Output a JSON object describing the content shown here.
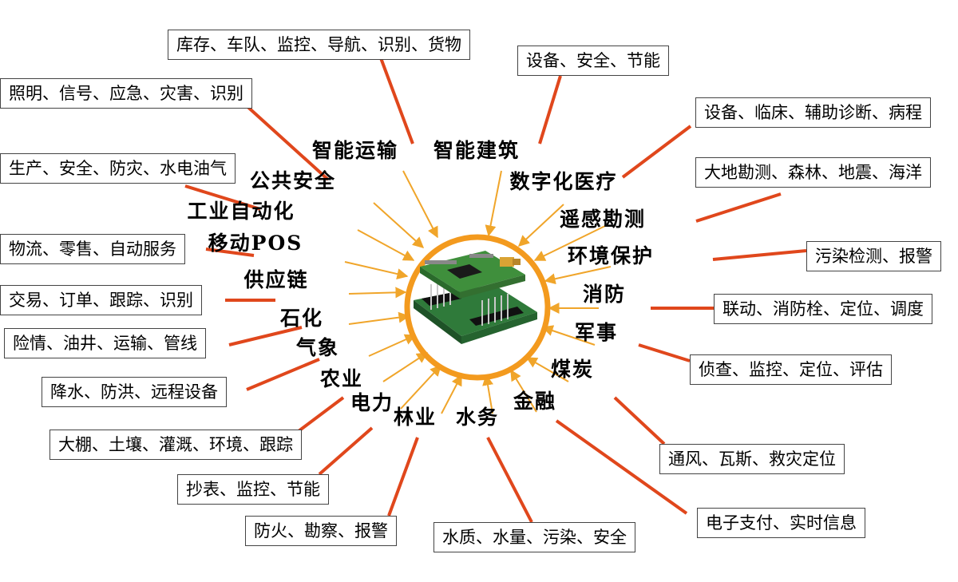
{
  "categories": [
    {
      "id": "transport",
      "label": "智能运输",
      "details": "库存、车队、监控、导航、识别、货物"
    },
    {
      "id": "building",
      "label": "智能建筑",
      "details": "设备、安全、节能"
    },
    {
      "id": "medical",
      "label": "数字化医疗",
      "details": "设备、临床、辅助诊断、病程"
    },
    {
      "id": "remote-sensing",
      "label": "遥感勘测",
      "details": "大地勘测、森林、地震、海洋"
    },
    {
      "id": "environment",
      "label": "环境保护",
      "details": "污染检测、报警"
    },
    {
      "id": "fire",
      "label": "消防",
      "details": "联动、消防栓、定位、调度"
    },
    {
      "id": "military",
      "label": "军事",
      "details": "侦查、监控、定位、评估"
    },
    {
      "id": "coal",
      "label": "煤炭",
      "details": "通风、瓦斯、救灾定位"
    },
    {
      "id": "finance",
      "label": "金融",
      "details": "电子支付、实时信息"
    },
    {
      "id": "water",
      "label": "水务",
      "details": "水质、水量、污染、安全"
    },
    {
      "id": "forestry",
      "label": "林业",
      "details": "防火、勘察、报警"
    },
    {
      "id": "power",
      "label": "电力",
      "details": "抄表、监控、节能"
    },
    {
      "id": "agriculture",
      "label": "农业",
      "details": "大棚、土壤、灌溉、环境、跟踪"
    },
    {
      "id": "weather",
      "label": "气象",
      "details": "降水、防洪、远程设备"
    },
    {
      "id": "petrochemical",
      "label": "石化",
      "details": "险情、油井、运输、管线"
    },
    {
      "id": "supply-chain",
      "label": "供应链",
      "details": "交易、订单、跟踪、识别"
    },
    {
      "id": "mobile-pos",
      "label": "移动POS",
      "details": "物流、零售、自动服务"
    },
    {
      "id": "industrial",
      "label": "工业自动化",
      "details": "生产、安全、防灾、水电油气"
    },
    {
      "id": "public-safety",
      "label": "公共安全",
      "details": "照明、信号、应急、灾害、识别"
    }
  ],
  "colors": {
    "ring": "#f39a1e",
    "arrow": "#f0a52a",
    "connector": "#e0471c"
  }
}
